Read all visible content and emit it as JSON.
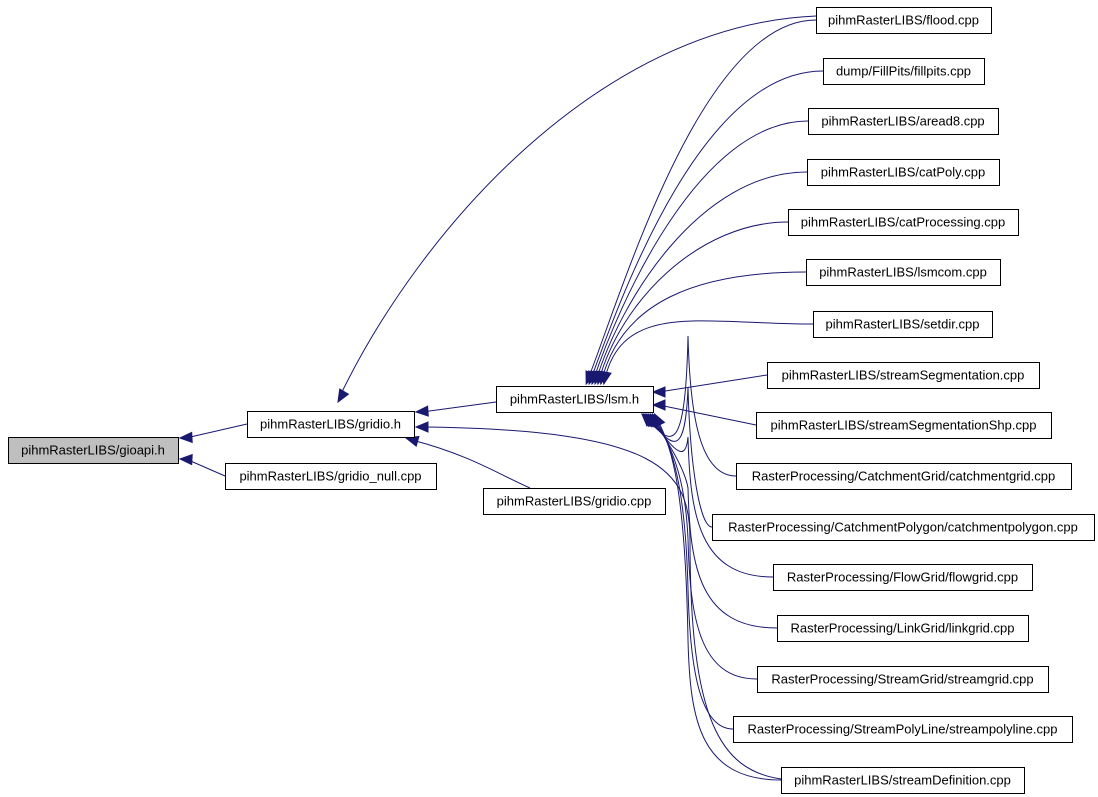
{
  "graph": {
    "type": "include-dependency-graph",
    "edge_color": "#191970",
    "root_fill": "#bfbfbf",
    "nodes": [
      {
        "id": "gioapi",
        "label": "pihmRasterLIBS/gioapi.h",
        "root": true
      },
      {
        "id": "gridio_h",
        "label": "pihmRasterLIBS/gridio.h"
      },
      {
        "id": "gridio_null",
        "label": "pihmRasterLIBS/gridio_null.cpp"
      },
      {
        "id": "lsm_h",
        "label": "pihmRasterLIBS/lsm.h"
      },
      {
        "id": "gridio_cpp",
        "label": "pihmRasterLIBS/gridio.cpp"
      },
      {
        "id": "flood",
        "label": "pihmRasterLIBS/flood.cpp"
      },
      {
        "id": "fillpits",
        "label": "dump/FillPits/fillpits.cpp"
      },
      {
        "id": "aread8",
        "label": "pihmRasterLIBS/aread8.cpp"
      },
      {
        "id": "catpoly",
        "label": "pihmRasterLIBS/catPoly.cpp"
      },
      {
        "id": "catprocessing",
        "label": "pihmRasterLIBS/catProcessing.cpp"
      },
      {
        "id": "lsmcom",
        "label": "pihmRasterLIBS/lsmcom.cpp"
      },
      {
        "id": "setdir",
        "label": "pihmRasterLIBS/setdir.cpp"
      },
      {
        "id": "streamseg",
        "label": "pihmRasterLIBS/streamSegmentation.cpp"
      },
      {
        "id": "streamsegshp",
        "label": "pihmRasterLIBS/streamSegmentationShp.cpp"
      },
      {
        "id": "catchmentgrid",
        "label": "RasterProcessing/CatchmentGrid/catchmentgrid.cpp"
      },
      {
        "id": "catchmentpolygon",
        "label": "RasterProcessing/CatchmentPolygon/catchmentpolygon.cpp"
      },
      {
        "id": "flowgrid",
        "label": "RasterProcessing/FlowGrid/flowgrid.cpp"
      },
      {
        "id": "linkgrid",
        "label": "RasterProcessing/LinkGrid/linkgrid.cpp"
      },
      {
        "id": "streamgrid",
        "label": "RasterProcessing/StreamGrid/streamgrid.cpp"
      },
      {
        "id": "streampolyline",
        "label": "RasterProcessing/StreamPolyLine/streampolyline.cpp"
      },
      {
        "id": "streamdefinition",
        "label": "pihmRasterLIBS/streamDefinition.cpp"
      }
    ],
    "edges": [
      {
        "from": "gridio_h",
        "to": "gioapi"
      },
      {
        "from": "gridio_null",
        "to": "gioapi"
      },
      {
        "from": "lsm_h",
        "to": "gridio_h"
      },
      {
        "from": "gridio_cpp",
        "to": "gridio_h"
      },
      {
        "from": "flood",
        "to": "gridio_h"
      },
      {
        "from": "streamdefinition",
        "to": "gridio_h"
      },
      {
        "from": "flood",
        "to": "lsm_h"
      },
      {
        "from": "fillpits",
        "to": "lsm_h"
      },
      {
        "from": "aread8",
        "to": "lsm_h"
      },
      {
        "from": "catpoly",
        "to": "lsm_h"
      },
      {
        "from": "catprocessing",
        "to": "lsm_h"
      },
      {
        "from": "lsmcom",
        "to": "lsm_h"
      },
      {
        "from": "setdir",
        "to": "lsm_h"
      },
      {
        "from": "streamseg",
        "to": "lsm_h"
      },
      {
        "from": "streamsegshp",
        "to": "lsm_h"
      },
      {
        "from": "catchmentgrid",
        "to": "lsm_h"
      },
      {
        "from": "catchmentpolygon",
        "to": "lsm_h"
      },
      {
        "from": "flowgrid",
        "to": "lsm_h"
      },
      {
        "from": "linkgrid",
        "to": "lsm_h"
      },
      {
        "from": "streamgrid",
        "to": "lsm_h"
      },
      {
        "from": "streampolyline",
        "to": "lsm_h"
      },
      {
        "from": "streamdefinition",
        "to": "lsm_h"
      }
    ]
  }
}
